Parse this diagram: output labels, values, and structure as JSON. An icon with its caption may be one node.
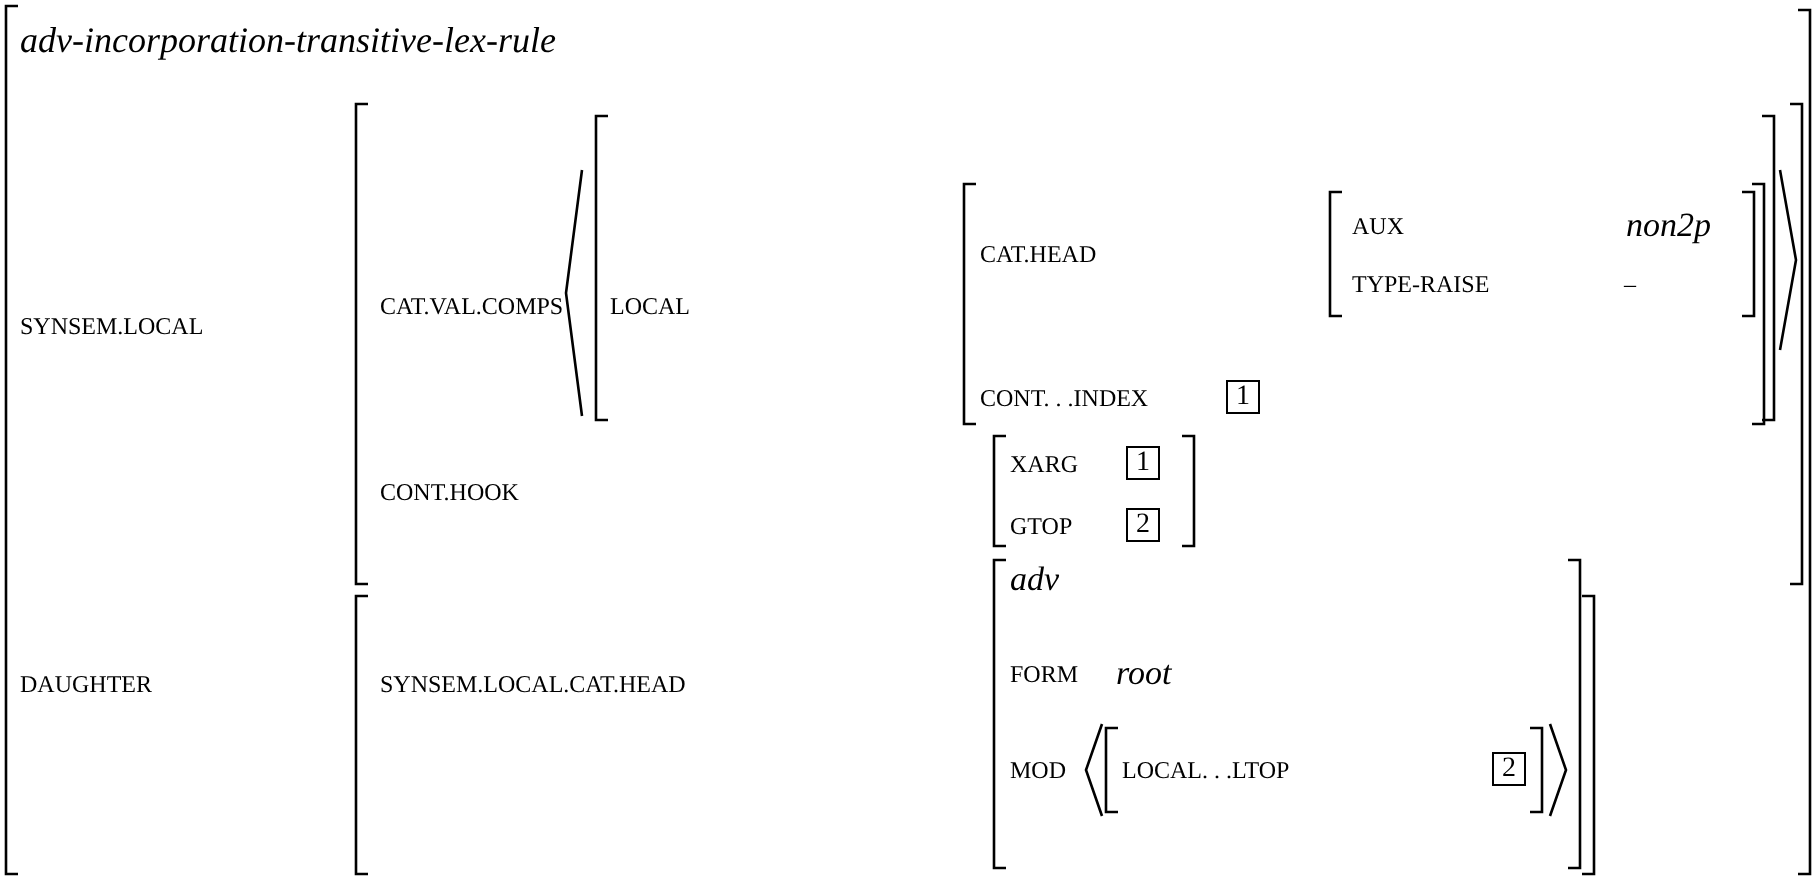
{
  "diagram": {
    "nodes": [
      {
        "text": [
          "1"
        ]
      },
      {
        "text": [
          "1"
        ]
      },
      {
        "text": [
          "2"
        ]
      },
      {
        "text": [
          "2"
        ]
      }
    ],
    "labels": [
      "adv-incorporation-transitive-lex-rule",
      "SYNSEM.LOCAL",
      "CAT.VAL.COMPS",
      "LOCAL",
      "CAT.HEAD",
      "AUX",
      "non2p",
      "TYPE-RAISE",
      "–",
      "CONT. . .INDEX",
      "CONT.HOOK",
      "XARG",
      "GTOP",
      "DAUGHTER",
      "SYNSEM.LOCAL.CAT.HEAD",
      "adv",
      "FORM",
      "root",
      "MOD",
      "LOCAL. . .LTOP"
    ]
  }
}
